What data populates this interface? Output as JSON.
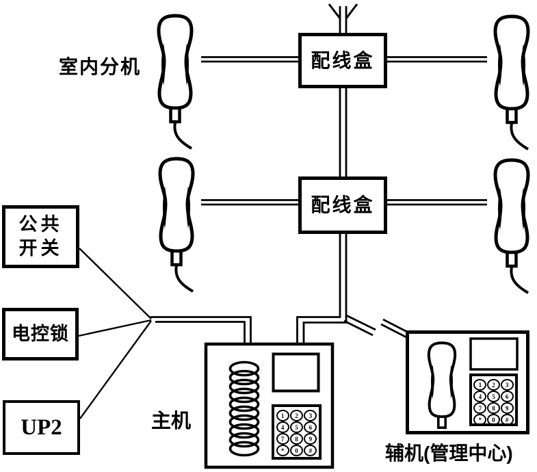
{
  "diagram": {
    "labels": {
      "indoor_extension": "室内分机",
      "distribution_box_1": "配线盒",
      "distribution_box_2": "配线盒",
      "public_switch": "公共\n开关",
      "electric_lock": "电控锁",
      "up2": "UP2",
      "main_unit": "主机",
      "aux_unit": "辅机(管理中心)"
    },
    "keypad": {
      "keys": [
        "1",
        "2",
        "3",
        "4",
        "5",
        "6",
        "7",
        "8",
        "9",
        "*",
        "0",
        "#"
      ]
    },
    "colors": {
      "line": "#000000",
      "background": "#ffffff"
    }
  }
}
